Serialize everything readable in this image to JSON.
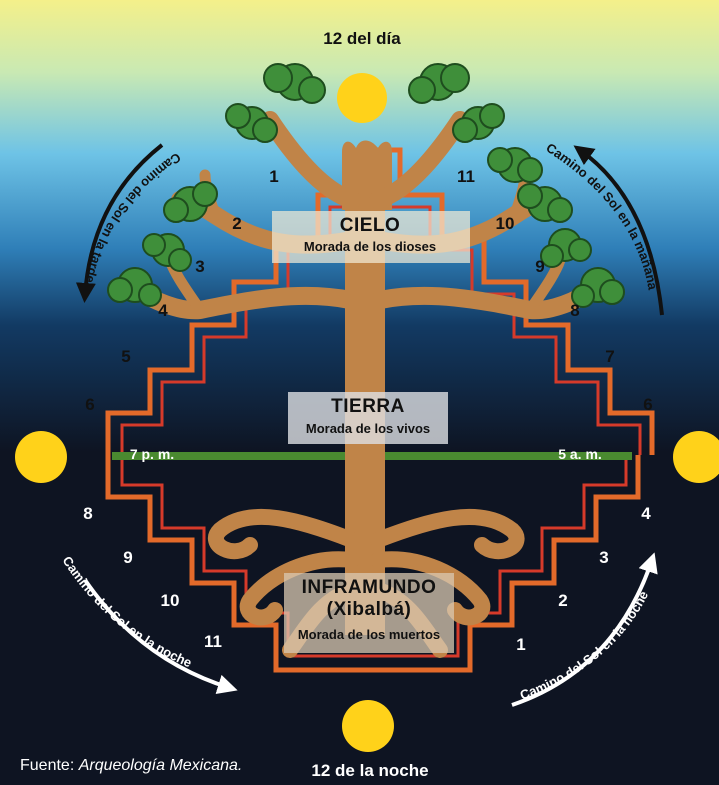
{
  "top_label": "12 del día",
  "bottom_label": "12 de la noche",
  "time_left": "7 p. m.",
  "time_right": "5 a. m.",
  "levels": {
    "cielo": {
      "title": "CIELO",
      "subtitle": "Morada de los dioses"
    },
    "tierra": {
      "title": "TIERRA",
      "subtitle": "Morada de los vivos"
    },
    "inframundo": {
      "title": "INFRAMUNDO",
      "title2": "(Xibalbá)",
      "subtitle": "Morada de los muertos"
    }
  },
  "paths": {
    "afternoon": "Camino del Sol en la tarde",
    "morning": "Camino del Sol en la mañana",
    "night_left": "Camino del Sol en la noche",
    "night_right": "Camino del Sol en la noche"
  },
  "numbers": {
    "upper_left": [
      "1",
      "2",
      "3",
      "4",
      "5",
      "6"
    ],
    "upper_right": [
      "11",
      "10",
      "9",
      "8",
      "7",
      "6"
    ],
    "lower_left": [
      "8",
      "9",
      "10",
      "11"
    ],
    "lower_right": [
      "4",
      "3",
      "2",
      "1"
    ]
  },
  "source": {
    "prefix": "Fuente: ",
    "name": "Arqueología Mexicana."
  },
  "colors": {
    "sky_top": "#f2f28a",
    "sky_mid": "#6ec3e6",
    "night": "#0e1422",
    "sun": "#ffd21a",
    "trunk": "#c08448",
    "foliage": "#3f8f3a",
    "stair_orange": "#e36a2a",
    "stair_red": "#d63a2a",
    "horizon": "#4a8a30"
  }
}
